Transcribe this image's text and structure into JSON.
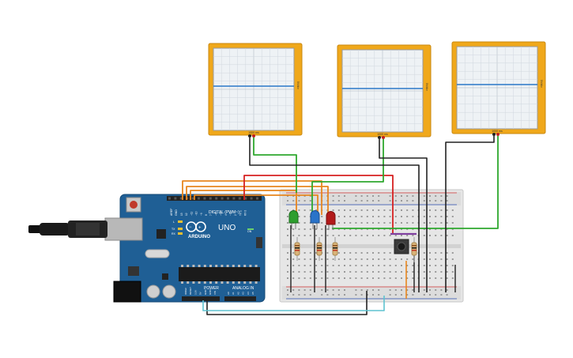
{
  "oscilloscopes": [
    {
      "time_label": "1000 ms",
      "volt_label": "5V/div"
    },
    {
      "time_label": "1000 ms",
      "volt_label": "5V/div"
    },
    {
      "time_label": "1000 ms",
      "volt_label": "5V/div"
    }
  ],
  "arduino": {
    "brand": "ARDUINO",
    "model": "UNO",
    "digital_label": "DIGITAL (PWM~)",
    "power_label": "POWER",
    "analog_label": "ANALOG IN",
    "aref_label": "AREF",
    "gnd_label": "GND",
    "pin_labels": [
      "13",
      "12",
      "~11",
      "~10",
      "~9",
      "8",
      "7",
      "~6",
      "~5",
      "4",
      "~3",
      "2",
      "TX 1",
      "RX 0"
    ],
    "power_pins": [
      "IOREF",
      "RESET",
      "3.3V",
      "5V",
      "GND",
      "GND",
      "VIN"
    ],
    "analog_pins": [
      "A0",
      "A1",
      "A2",
      "A3",
      "A4",
      "A5"
    ],
    "led_labels": [
      "L",
      "TX",
      "RX"
    ],
    "on_label": "ON"
  },
  "leds": [
    {
      "color": "green",
      "hex": "#2e9e2e"
    },
    {
      "color": "blue",
      "hex": "#2a73c9"
    },
    {
      "color": "red",
      "hex": "#b21a1a"
    }
  ],
  "colors": {
    "arduino_board": "#1f5f95",
    "scope_frame": "#f0a81a",
    "scope_trace": "#2a78c8",
    "wire_orange": "#e8861f",
    "wire_red": "#d62020",
    "wire_green": "#2ea82e",
    "wire_black": "#222222",
    "wire_cyan": "#5ec3d0",
    "wire_purple": "#8040a0"
  }
}
